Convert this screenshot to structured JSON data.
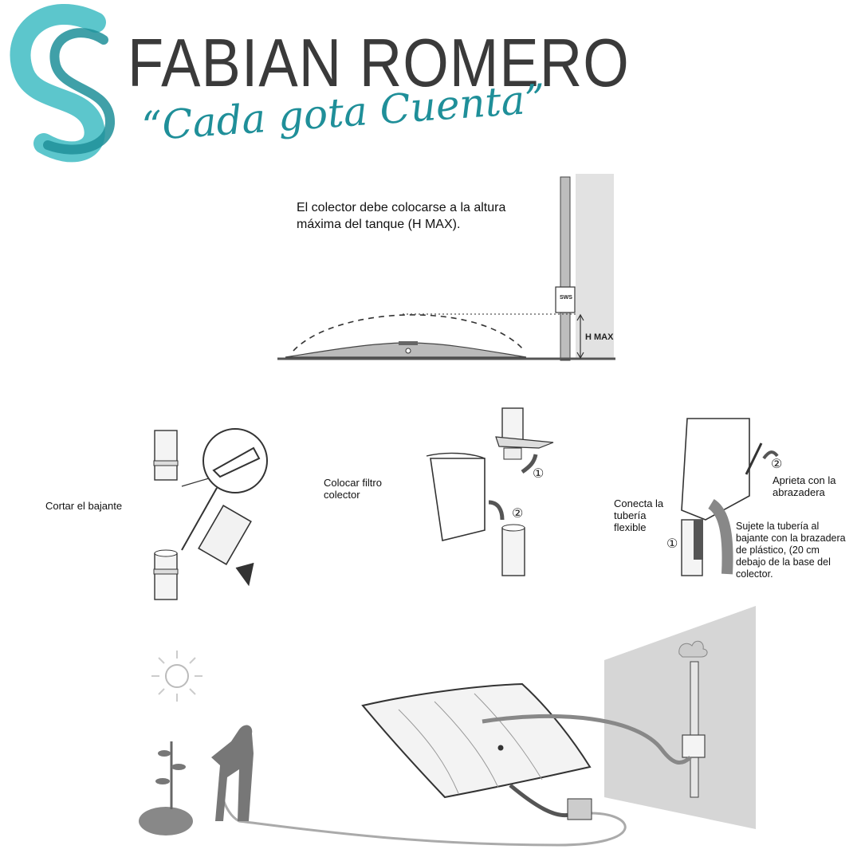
{
  "brand": {
    "name": "FABIAN ROMERO",
    "tagline": "“Cada gota Cuenta”",
    "colors": {
      "accent": "#2a9ea8",
      "accent_light": "#5cc6cc",
      "text": "#3a3a3a"
    }
  },
  "diagram": {
    "top": {
      "text": "El colector debe colocarse a la altura máxima del tanque (H MAX).",
      "box_label": "SWS",
      "height_label": "H MAX"
    },
    "step_cut": {
      "label": "Cortar el bajante"
    },
    "step_filter": {
      "label": "Colocar filtro colector",
      "step1": "①",
      "step2": "②"
    },
    "step_connect": {
      "label_connect": "Conecta la tubería flexible",
      "label_tighten": "Aprieta con la abrazadera",
      "label_fix": "Sujete la tubería al bajante con la brazadera de plástico, (20 cm debajo de la base del colector.",
      "step1": "①",
      "step2": "②"
    }
  }
}
